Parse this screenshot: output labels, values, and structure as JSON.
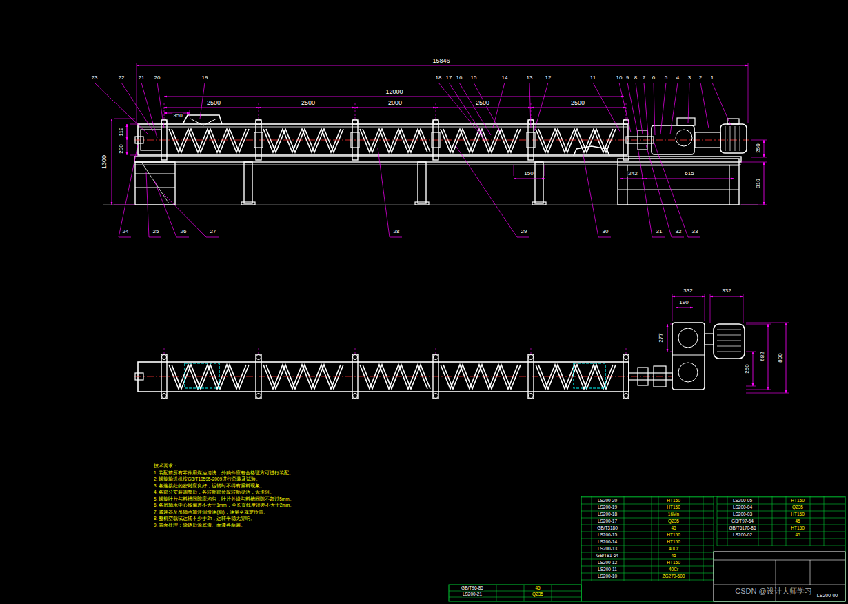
{
  "diagram": {
    "labels": [
      "15846",
      "12000",
      "2500",
      "350",
      "2500",
      "2000",
      "2500",
      "2500",
      "1300",
      "200",
      "112",
      "250",
      "310",
      "150",
      "242",
      "615",
      "23",
      "22",
      "21",
      "20",
      "19",
      "18",
      "17",
      "16",
      "15",
      "14",
      "13",
      "12",
      "11",
      "10",
      "9",
      "8",
      "7",
      "6",
      "5",
      "4",
      "3",
      "2",
      "1",
      "24",
      "25",
      "26",
      "27",
      "28",
      "29",
      "30",
      "31",
      "32",
      "33",
      "332",
      "190",
      "332",
      "277",
      "250",
      "682",
      "800",
      "技术要求：",
      "1. 装配前所有零件用煤油清洗，外购件应有合格证方可进行装配。",
      "2. 螺旋输送机按GB/T10595-2009进行总装及试验。",
      "3. 各连接处的密封应良好，运转时不得有漏料现象。",
      "4. 各部分安装调整后，各转动部位应转动灵活，无卡阻。",
      "5. 螺旋叶片与料槽间隙应均匀，叶片外缘与料槽间隙不超过5mm。",
      "6. 各吊轴承中心线偏差不大于1mm，全长直线度误差不大于2mm。",
      "7. 减速器及吊轴承加注润滑油(脂)，油量至规定位置。",
      "8. 整机空载试运转不少于2h，运转平稳无异响。",
      "9. 表面处理：除锈后涂底漆、面漆各两遍。",
      "LS200-20",
      "HT150",
      "LS200-19",
      "HT150",
      "LS200-18",
      "16Mn",
      "LS200-17",
      "Q235",
      "GB/T3180",
      "45",
      "LS200-15",
      "HT150",
      "LS200-14",
      "HT150",
      "LS200-13",
      "40Cr",
      "GB/T81-64",
      "45",
      "LS200-12",
      "HT150",
      "LS200-11",
      "40Cr",
      "LS200-10",
      "ZG270-500",
      "LS200-05",
      "HT150",
      "LS200-04",
      "Q235",
      "LS200-03",
      "HT150",
      "GB/T97-64",
      "45",
      "GB/T6170-86",
      "HT150",
      "LS200-02",
      "45",
      "GB/T96-85",
      "45",
      "LS200-21",
      "Q235",
      "LS200-00",
      "CSDN @设计大师学习"
    ]
  }
}
